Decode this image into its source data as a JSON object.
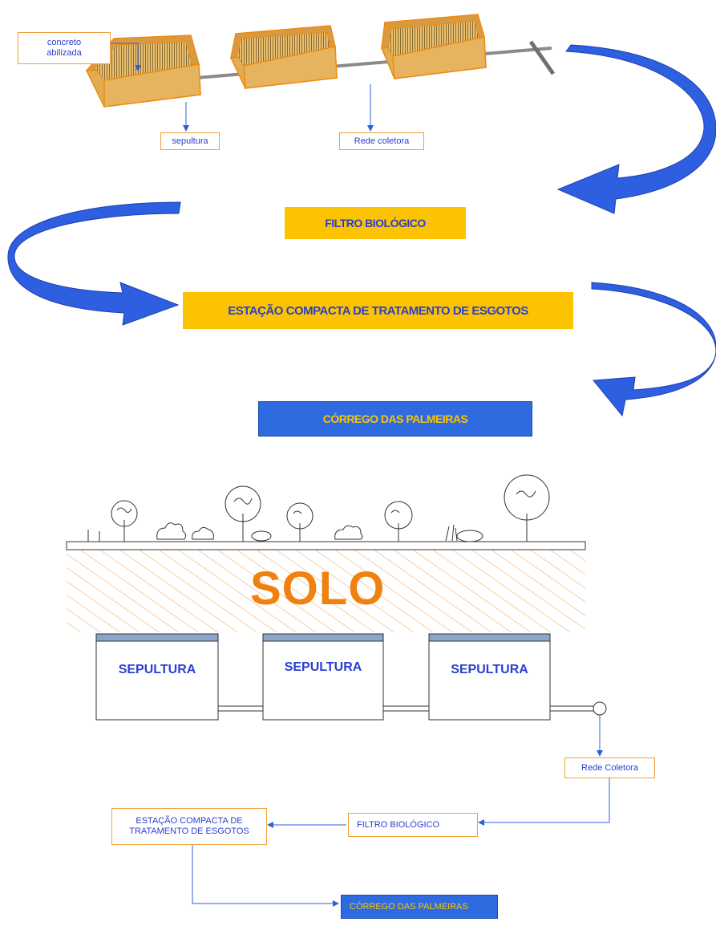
{
  "top": {
    "callout_concrete": "concreto\nabilizada",
    "callout_sepultura": "sepultura",
    "callout_rede": "Rede coletora",
    "step1": "FILTRO BIOLÓGICO",
    "step2": "ESTAÇÃO COMPACTA DE TRATAMENTO DE ESGOTOS",
    "step3": "CÓRREGO DAS PALMEIRAS"
  },
  "section": {
    "soil_label": "SOLO",
    "graves": [
      "SEPULTURA",
      "SEPULTURA",
      "SEPULTURA"
    ]
  },
  "flow": {
    "rede": "Rede  Coletora",
    "filtro": "FILTRO BIOLÓGICO",
    "estacao": "ESTAÇÃO COMPACTA DE TRATAMENTO DE ESGOTOS",
    "corrego": "CÓRREGO DAS PALMEIRAS"
  },
  "colors": {
    "box_fill": "#e0ad55",
    "box_edge": "#f08a10",
    "arrow_blue": "#2e5fe0",
    "label_blue": "#2a3fd0",
    "yellow": "#fcc400"
  }
}
